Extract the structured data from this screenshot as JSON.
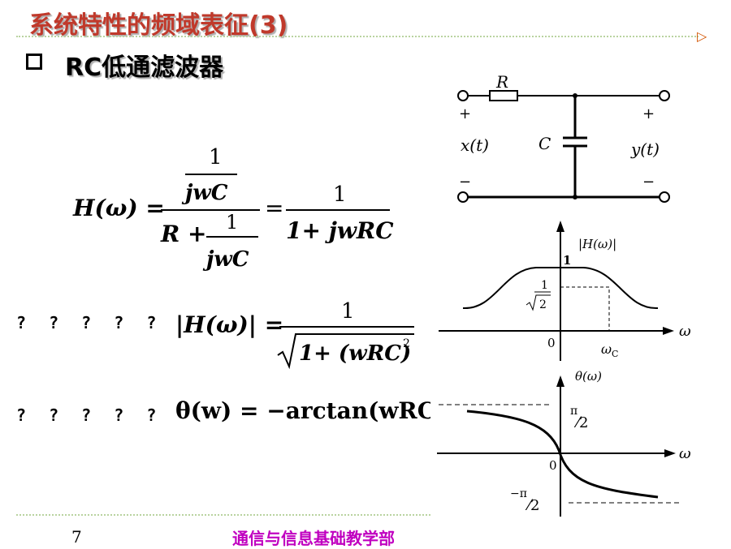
{
  "slide": {
    "title": "系统特性的频域表征(3)",
    "bullet": "RC低通滤波器",
    "page_number": "7",
    "footer": "通信与信息基础教学部",
    "title_color": "#c0392b",
    "footer_color": "#c000c0"
  },
  "formula_transfer": {
    "lhs": "H(ω) =",
    "num_one": "1",
    "jwc": "jwC",
    "R": "R +",
    "one2": "1",
    "jwc2": "jwC",
    "eq": "=",
    "one3": "1",
    "den3": "1+ jwRC"
  },
  "formula_magnitude": {
    "label": "? ? ? ? ?",
    "lhs": "|H(ω)| =",
    "num": "1",
    "den": "1+ (wRC)",
    "sup": "2"
  },
  "formula_phase": {
    "label": "? ? ? ? ?",
    "expr": "θ(w) = −arctan(wRC)"
  },
  "circuit": {
    "R": "R",
    "C": "C",
    "plus_in": "+",
    "plus_out": "+",
    "minus_in": "−",
    "minus_out": "−",
    "x_in": "x(t)",
    "y_out": "y(t)"
  },
  "magnitude_plot": {
    "ylabel": "|H(ω)|",
    "one": "1",
    "root_num": "1",
    "root_den": "2",
    "origin": "0",
    "xlabel": "ω",
    "wc": "ω",
    "wc_sub": "C"
  },
  "phase_plot": {
    "ylabel": "θ(ω)",
    "pi_top": "π",
    "slash2_top": "⁄2",
    "origin": "0",
    "xlabel": "ω",
    "neg_pi": "−π",
    "slash2_bot": "⁄2"
  }
}
